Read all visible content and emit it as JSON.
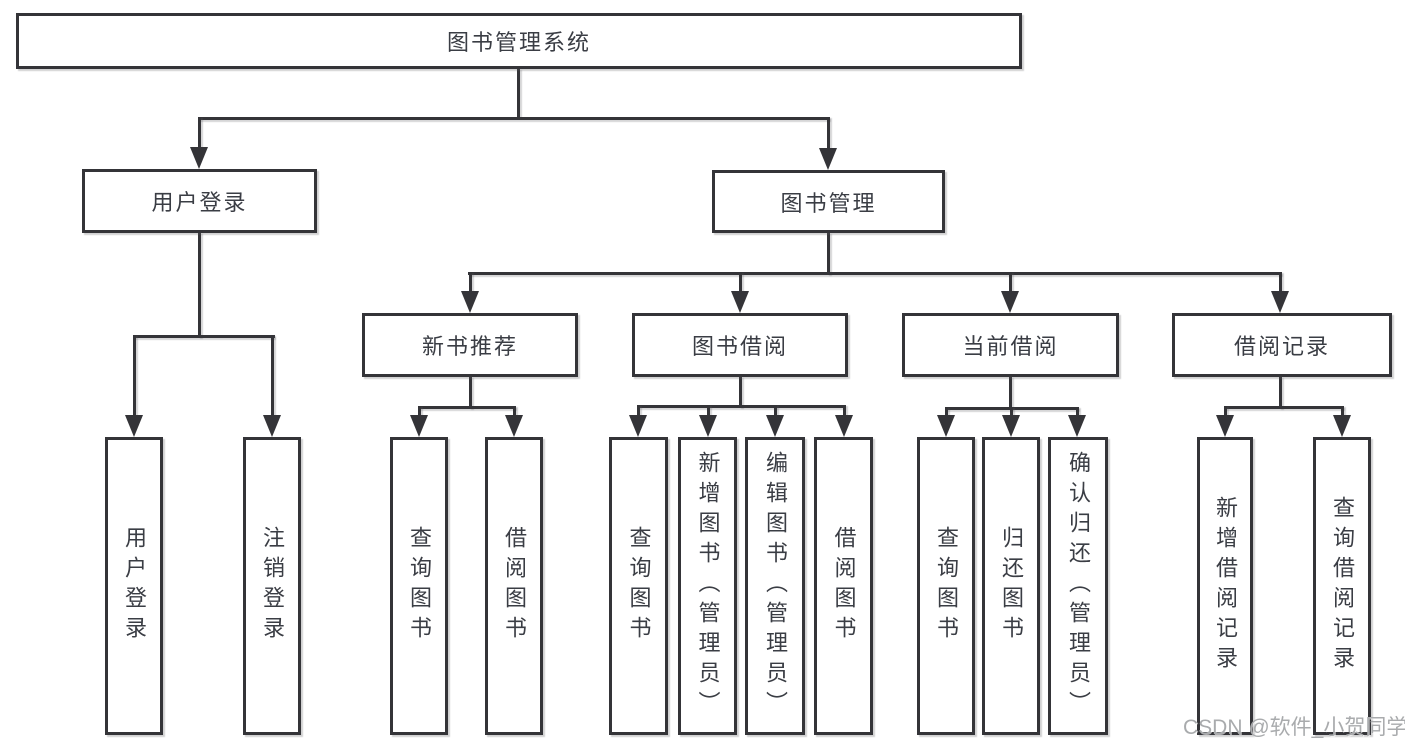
{
  "diagram": {
    "root": {
      "label": "图书管理系统"
    },
    "branches": [
      {
        "label": "用户登录",
        "children": [
          {
            "label": "用户登录"
          },
          {
            "label": "注销登录"
          }
        ]
      },
      {
        "label": "图书管理",
        "children": [
          {
            "label": "新书推荐",
            "children": [
              {
                "label": "查询图书"
              },
              {
                "label": "借阅图书"
              }
            ]
          },
          {
            "label": "图书借阅",
            "children": [
              {
                "label": "查询图书"
              },
              {
                "label": "新增图书（管理员）"
              },
              {
                "label": "编辑图书（管理员）"
              },
              {
                "label": "借阅图书"
              }
            ]
          },
          {
            "label": "当前借阅",
            "children": [
              {
                "label": "查询图书"
              },
              {
                "label": "归还图书"
              },
              {
                "label": "确认归还（管理员）"
              }
            ]
          },
          {
            "label": "借阅记录",
            "children": [
              {
                "label": "新增借阅记录"
              },
              {
                "label": "查询借阅记录"
              }
            ]
          }
        ]
      }
    ]
  },
  "watermark": {
    "text": "CSDN @软件_小贺同学"
  },
  "colors": {
    "line": "#343438",
    "text": "#3a3d44",
    "watermark": "#a9abad",
    "background": "#ffffff"
  }
}
